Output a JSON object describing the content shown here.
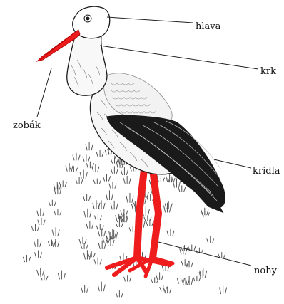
{
  "labels": {
    "head": "hlava",
    "neck": "krk",
    "beak": "zobák",
    "wings": "krídla",
    "legs": "nohy"
  },
  "colors": {
    "beak_and_legs": "#ee1c1c",
    "wing_black": "#1a1a1a",
    "outline": "#1a1a1a",
    "background": "#ffffff"
  }
}
